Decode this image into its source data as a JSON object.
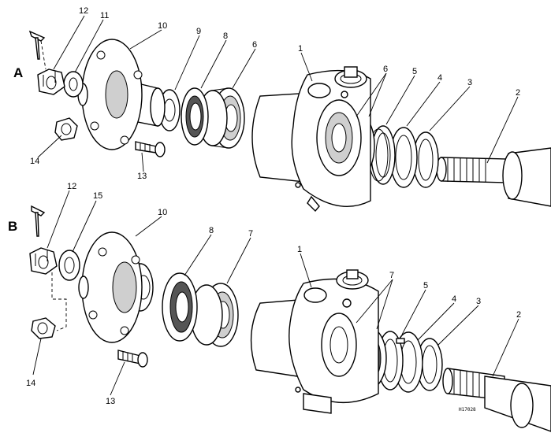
{
  "assemblies": {
    "a": {
      "section_label": "A",
      "callouts": [
        "12",
        "11",
        "10",
        "9",
        "8",
        "6",
        "1",
        "6",
        "5",
        "4",
        "3",
        "2",
        "14",
        "13"
      ]
    },
    "b": {
      "section_label": "B",
      "callouts": [
        "12",
        "15",
        "10",
        "8",
        "7",
        "1",
        "7",
        "5",
        "4",
        "3",
        "2",
        "14",
        "13"
      ]
    }
  },
  "drawing_code": "H17028"
}
